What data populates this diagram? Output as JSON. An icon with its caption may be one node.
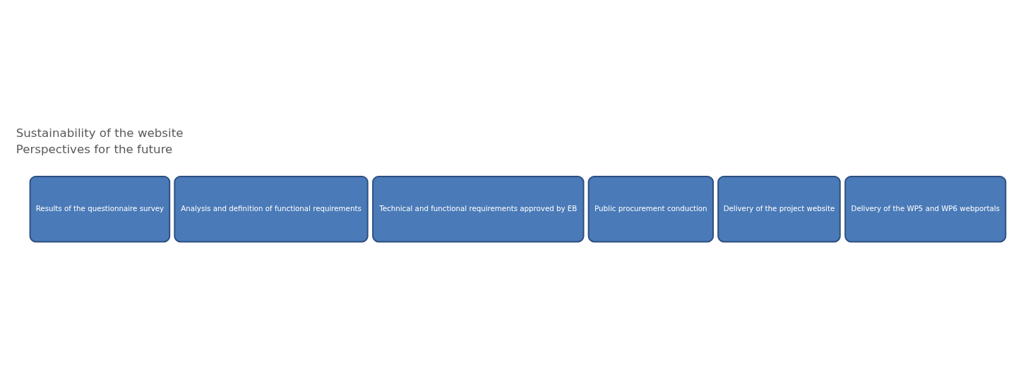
{
  "diagram": {
    "nodes": [
      {
        "text": [
          "Results of the questionnaire survey"
        ]
      },
      {
        "text": [
          "Analysis and definition of functional requirements"
        ]
      },
      {
        "text": [
          "Technical and functional requirements approved by EB"
        ]
      },
      {
        "text": [
          "Public procurement conduction"
        ]
      },
      {
        "text": [
          "Delivery of the project website"
        ]
      },
      {
        "text": [
          "Delivery of the WP5 and WP6 webportals"
        ]
      }
    ],
    "labels": [
      "Sustainability of the website",
      "Perspectives for the future"
    ]
  }
}
